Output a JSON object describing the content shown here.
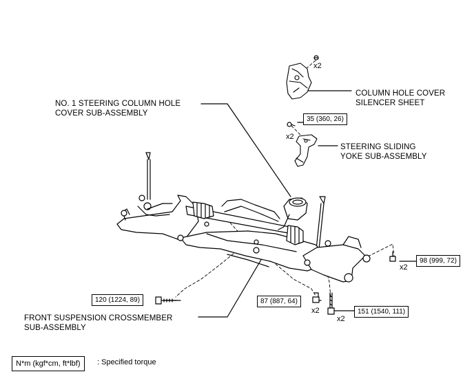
{
  "labels": {
    "cover_line1": "NO. 1 STEERING COLUMN HOLE",
    "cover_line2": "COVER SUB-ASSEMBLY",
    "silencer_line1": "COLUMN HOLE COVER",
    "silencer_line2": "SILENCER SHEET",
    "yoke_line1": "STEERING SLIDING",
    "yoke_line2": "YOKE SUB-ASSEMBLY",
    "crossmember_line1": "FRONT SUSPENSION CROSSMEMBER",
    "crossmember_line2": "SUB-ASSEMBLY"
  },
  "torques": {
    "t35": "35 (360, 26)",
    "t98": "98 (999, 72)",
    "t120": "120 (1224, 89)",
    "t87": "87 (887, 64)",
    "t151": "151 (1540, 111)"
  },
  "quantities": {
    "q_top": "x2",
    "q_35": "x2",
    "q_98": "x2",
    "q_87": "x2",
    "q_151": "x2"
  },
  "legend": {
    "box": "N*m (kgf*cm, ft*lbf)",
    "text": ": Specified torque"
  }
}
